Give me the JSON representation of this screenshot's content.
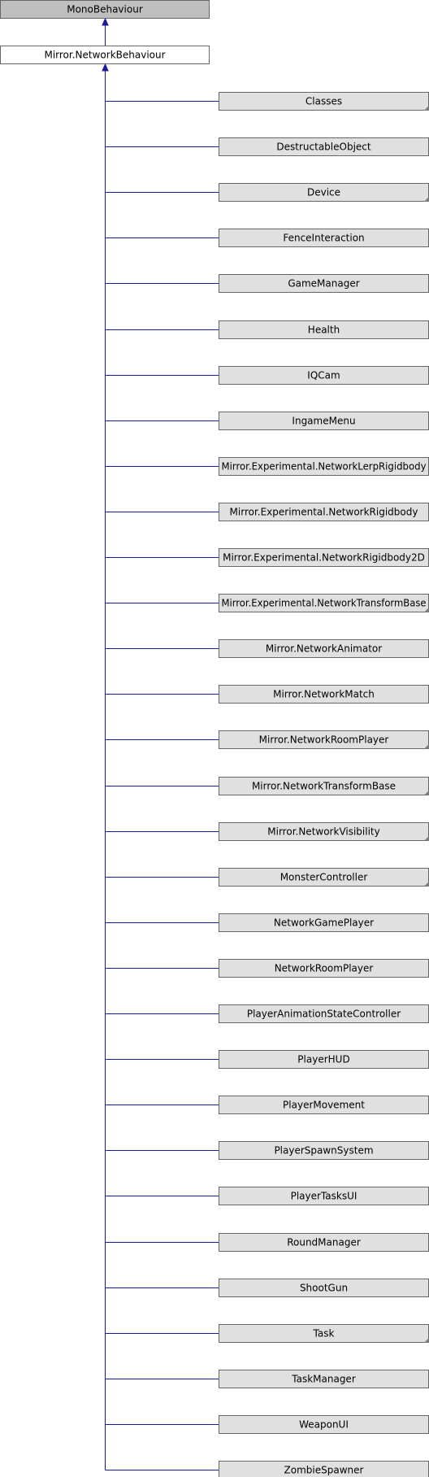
{
  "root": {
    "label": "MonoBehaviour"
  },
  "parent": {
    "label": "Mirror.NetworkBehaviour"
  },
  "children": [
    {
      "label": "Classes",
      "has_more": true
    },
    {
      "label": "DestructableObject",
      "has_more": false
    },
    {
      "label": "Device",
      "has_more": true
    },
    {
      "label": "FenceInteraction",
      "has_more": false
    },
    {
      "label": "GameManager",
      "has_more": false
    },
    {
      "label": "Health",
      "has_more": false
    },
    {
      "label": "IQCam",
      "has_more": false
    },
    {
      "label": "IngameMenu",
      "has_more": false
    },
    {
      "label": "Mirror.Experimental.NetworkLerpRigidbody",
      "has_more": false
    },
    {
      "label": "Mirror.Experimental.NetworkRigidbody",
      "has_more": false
    },
    {
      "label": "Mirror.Experimental.NetworkRigidbody2D",
      "has_more": false
    },
    {
      "label": "Mirror.Experimental.NetworkTransformBase",
      "has_more": true
    },
    {
      "label": "Mirror.NetworkAnimator",
      "has_more": false
    },
    {
      "label": "Mirror.NetworkMatch",
      "has_more": false
    },
    {
      "label": "Mirror.NetworkRoomPlayer",
      "has_more": true
    },
    {
      "label": "Mirror.NetworkTransformBase",
      "has_more": true
    },
    {
      "label": "Mirror.NetworkVisibility",
      "has_more": true
    },
    {
      "label": "MonsterController",
      "has_more": true
    },
    {
      "label": "NetworkGamePlayer",
      "has_more": false
    },
    {
      "label": "NetworkRoomPlayer",
      "has_more": false
    },
    {
      "label": "PlayerAnimationStateController",
      "has_more": false
    },
    {
      "label": "PlayerHUD",
      "has_more": false
    },
    {
      "label": "PlayerMovement",
      "has_more": false
    },
    {
      "label": "PlayerSpawnSystem",
      "has_more": false
    },
    {
      "label": "PlayerTasksUI",
      "has_more": false
    },
    {
      "label": "RoundManager",
      "has_more": false
    },
    {
      "label": "ShootGun",
      "has_more": false
    },
    {
      "label": "Task",
      "has_more": true
    },
    {
      "label": "TaskManager",
      "has_more": false
    },
    {
      "label": "WeaponUI",
      "has_more": false
    },
    {
      "label": "ZombieSpawner",
      "has_more": false
    }
  ],
  "colors": {
    "edge": "#1a1a9c",
    "root_fill": "#bfbfbf",
    "node_fill": "#e0e0e0",
    "parent_fill": "#ffffff",
    "border": "#666666"
  }
}
